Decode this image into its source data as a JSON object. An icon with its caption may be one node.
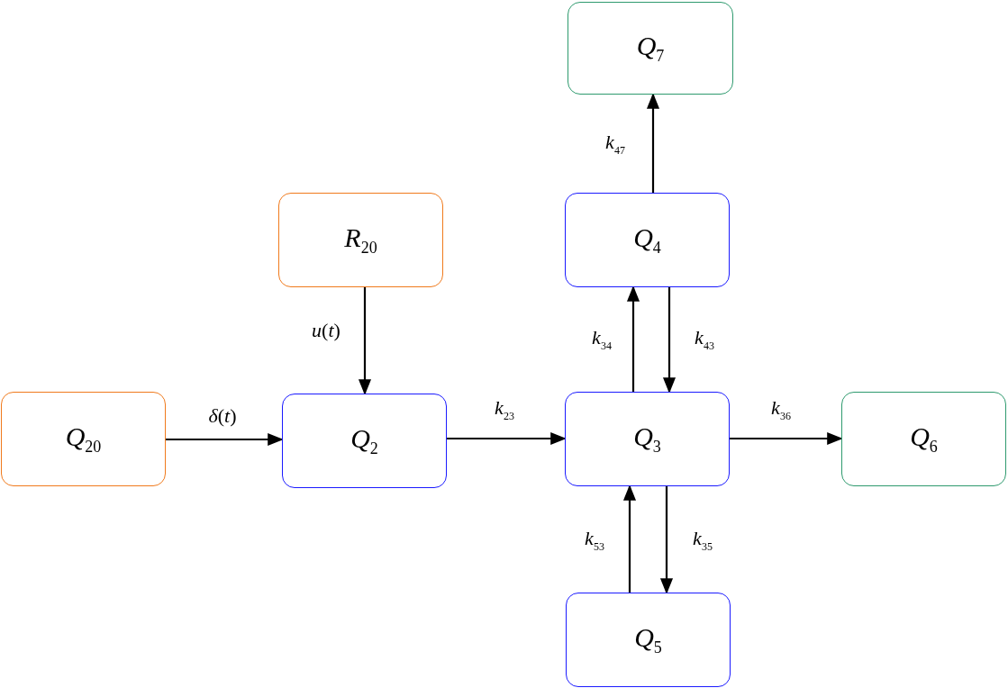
{
  "diagram": {
    "nodes": [
      {
        "text": [
          "*Q*$_{7}$"
        ]
      },
      {
        "text": [
          "*R*$_{20}$"
        ]
      },
      {
        "text": [
          "*Q*$_{4}$"
        ]
      },
      {
        "text": [
          "*Q*$_{20}$"
        ]
      },
      {
        "text": [
          "*Q*$_{2}$"
        ]
      },
      {
        "text": [
          "*Q*$_{3}$"
        ]
      },
      {
        "text": [
          "*Q*$_{6}$"
        ]
      },
      {
        "text": [
          "*Q*$_{5}$"
        ]
      }
    ],
    "edges": [
      {
        "from": 2,
        "to": 0,
        "arrow": "to",
        "label": "*k*$_{47}$"
      },
      {
        "from": 1,
        "to": 4,
        "arrow": "to",
        "label": "*u*(*t*)"
      },
      {
        "from": 3,
        "to": 4,
        "arrow": "to",
        "label": "*δ*(*t*)"
      },
      {
        "from": 4,
        "to": 5,
        "arrow": "to",
        "label": "*k*$_{23}$"
      },
      {
        "from": 5,
        "to": 2,
        "arrow": "to",
        "label": "*k*$_{34}$"
      },
      {
        "from": 2,
        "to": 5,
        "arrow": "to",
        "label": "*k*$_{43}$"
      },
      {
        "from": 5,
        "to": 6,
        "arrow": "to",
        "label": "*k*$_{36}$"
      },
      {
        "from": 7,
        "to": 5,
        "arrow": "to",
        "label": "*k*$_{53}$"
      },
      {
        "from": 5,
        "to": 7,
        "arrow": "to",
        "label": "*k*$_{35}$"
      }
    ]
  }
}
